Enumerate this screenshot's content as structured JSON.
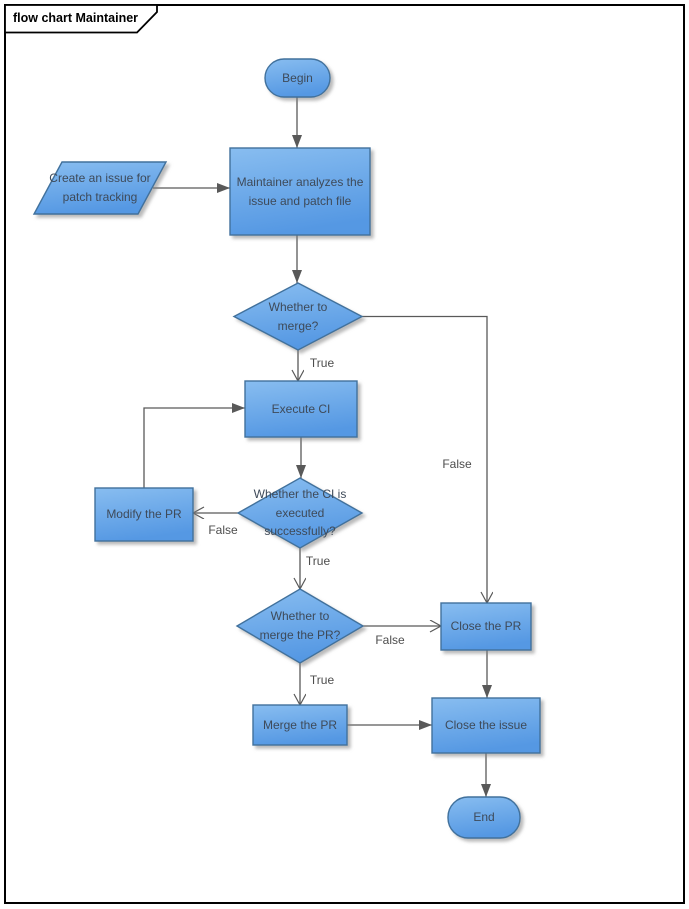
{
  "frame": {
    "title": "flow chart Maintainer"
  },
  "colors": {
    "node_fill_top": "#88BDF0",
    "node_fill_bottom": "#5598E3",
    "node_border": "#41719C",
    "connector": "#595959",
    "node_text": "#3E4A59",
    "label_text": "#4D4D4D"
  },
  "nodes": {
    "begin": {
      "type": "terminator",
      "label": "Begin"
    },
    "create_issue": {
      "type": "data",
      "label": "Create an issue for patch tracking"
    },
    "analyze": {
      "type": "process",
      "label": "Maintainer analyzes the issue and patch file"
    },
    "merge_decision": {
      "type": "decision",
      "label": "Whether to merge?"
    },
    "execute_ci": {
      "type": "process",
      "label": "Execute CI"
    },
    "ci_decision": {
      "type": "decision",
      "label": "Whether the CI is executed successfully?"
    },
    "modify_pr": {
      "type": "process",
      "label": "Modify the PR"
    },
    "merge_pr_decision": {
      "type": "decision",
      "label": "Whether to merge the PR?"
    },
    "close_pr": {
      "type": "process",
      "label": "Close the PR"
    },
    "merge_pr": {
      "type": "process",
      "label": "Merge the PR"
    },
    "close_issue": {
      "type": "process",
      "label": "Close the issue"
    },
    "end": {
      "type": "terminator",
      "label": "End"
    }
  },
  "edge_labels": {
    "merge_true": "True",
    "merge_false": "False",
    "ci_false": "False",
    "ci_true": "True",
    "merge_pr_false": "False",
    "merge_pr_true": "True"
  }
}
